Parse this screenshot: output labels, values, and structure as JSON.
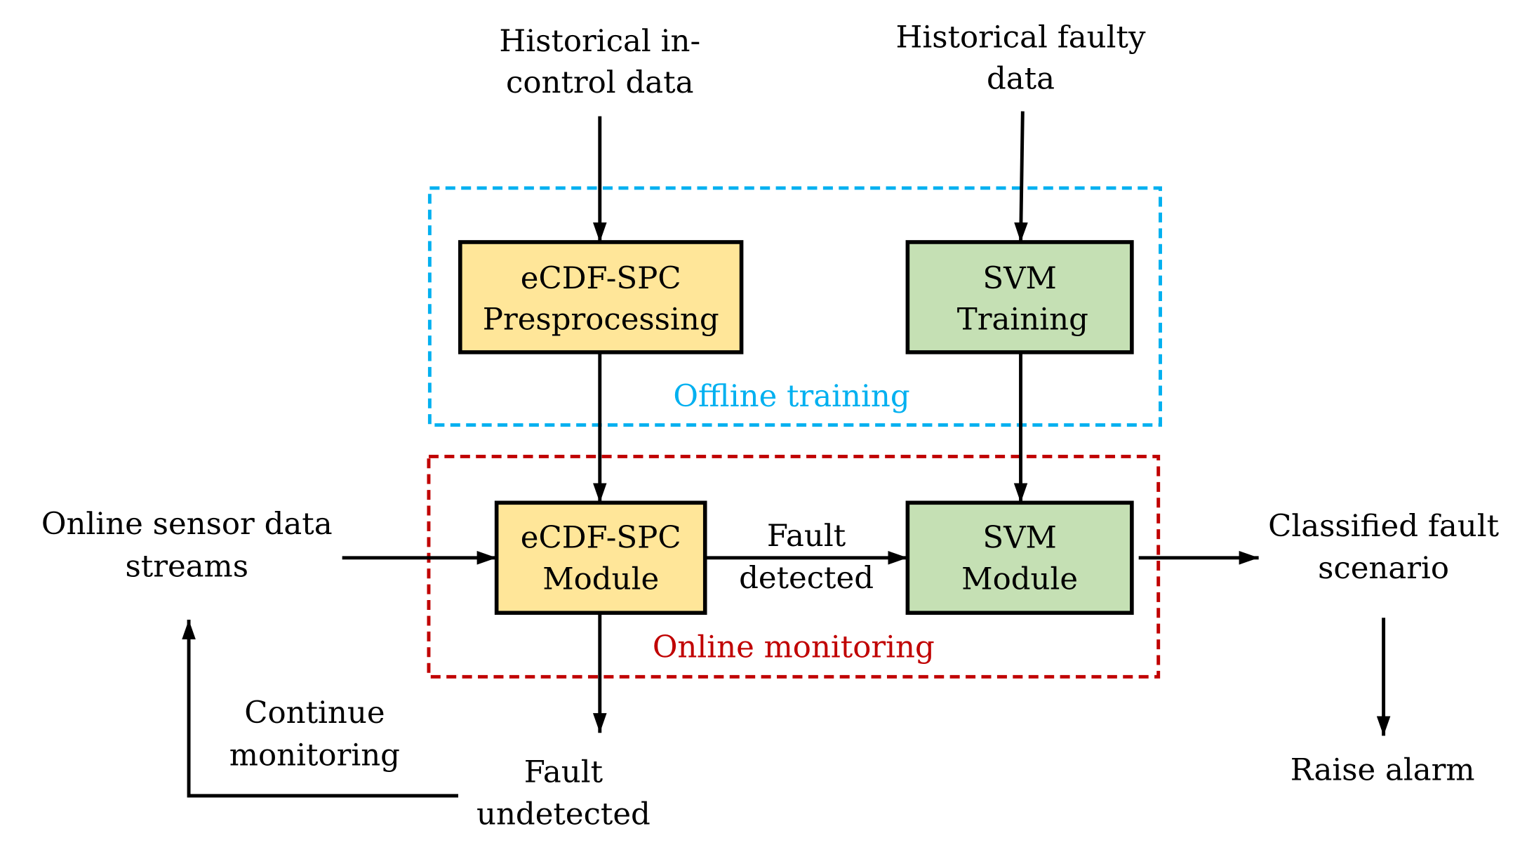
{
  "inputs": {
    "historical_in_control": [
      "Historical in-",
      "control data"
    ],
    "historical_faulty": [
      "Historical faulty",
      "data"
    ],
    "online_stream": [
      "Online sensor data",
      "streams"
    ]
  },
  "regions": {
    "offline": {
      "label": "Offline training",
      "color": "#00B0F0"
    },
    "online": {
      "label": "Online monitoring",
      "color": "#C00000"
    }
  },
  "blocks": {
    "ecdf_pre": {
      "lines": [
        "eCDF-SPC",
        "Presprocessing"
      ],
      "fill": "#FFE699"
    },
    "svm_train": {
      "lines": [
        "SVM",
        "Training"
      ],
      "fill": "#C5E0B4"
    },
    "ecdf_mod": {
      "lines": [
        "eCDF-SPC",
        "Module"
      ],
      "fill": "#FFE699"
    },
    "svm_mod": {
      "lines": [
        "SVM",
        "Module"
      ],
      "fill": "#C5E0B4"
    }
  },
  "edges": {
    "fault_detected": [
      "Fault",
      "detected"
    ],
    "continue": [
      "Continue",
      "monitoring"
    ]
  },
  "outputs": {
    "classified": [
      "Classified fault",
      "scenario"
    ],
    "undetected": [
      "Fault",
      "undetected"
    ],
    "alarm": "Raise alarm"
  }
}
